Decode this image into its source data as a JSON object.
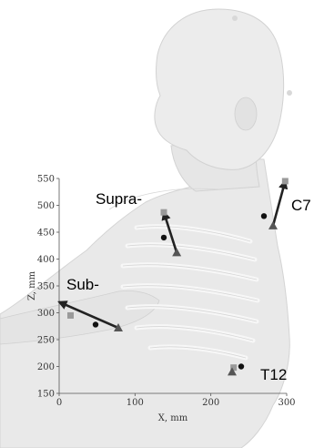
{
  "figure": {
    "axes": {
      "xlabel": "X, mm",
      "ylabel": "Z, mm",
      "xlim": [
        0,
        300
      ],
      "ylim": [
        150,
        550
      ],
      "x_ticks": [
        0,
        100,
        200,
        300
      ],
      "y_ticks": [
        150,
        200,
        250,
        300,
        350,
        400,
        450,
        500,
        550
      ]
    },
    "annotations": [
      {
        "key": "supra",
        "text": "Supra-"
      },
      {
        "key": "c7",
        "text": "C7"
      },
      {
        "key": "sub",
        "text": "Sub-"
      },
      {
        "key": "t12",
        "text": "T12"
      }
    ],
    "colors": {
      "body": "#e9e9e9",
      "body_edge": "#d4d4d4",
      "ribs": "#f6f6f6",
      "square_marker": "#9a9a9a",
      "triangle_marker": "#555555",
      "circle_marker": "#111111",
      "arrow": "#222222"
    }
  },
  "chart_data": {
    "type": "scatter",
    "title": "",
    "xlabel": "X, mm",
    "ylabel": "Z, mm",
    "xlim": [
      0,
      300
    ],
    "ylim": [
      150,
      550
    ],
    "grid": false,
    "series": [
      {
        "marker": "square",
        "points": [
          [
            138,
            487
          ],
          [
            298,
            545
          ],
          [
            15,
            295
          ],
          [
            230,
            198
          ]
        ]
      },
      {
        "marker": "triangle",
        "points": [
          [
            155,
            412
          ],
          [
            282,
            462
          ],
          [
            78,
            272
          ],
          [
            228,
            190
          ]
        ]
      },
      {
        "marker": "circle",
        "points": [
          [
            138,
            440
          ],
          [
            270,
            480
          ],
          [
            48,
            278
          ],
          [
            240,
            200
          ]
        ]
      }
    ],
    "arrows": [
      {
        "label": "Supra-",
        "from": [
          155,
          412
        ],
        "to": [
          138,
          487
        ]
      },
      {
        "label": "C7",
        "from": [
          282,
          462
        ],
        "to": [
          298,
          545
        ]
      },
      {
        "label": "Sub-",
        "from": [
          78,
          272
        ],
        "to": [
          0,
          320
        ]
      }
    ]
  }
}
